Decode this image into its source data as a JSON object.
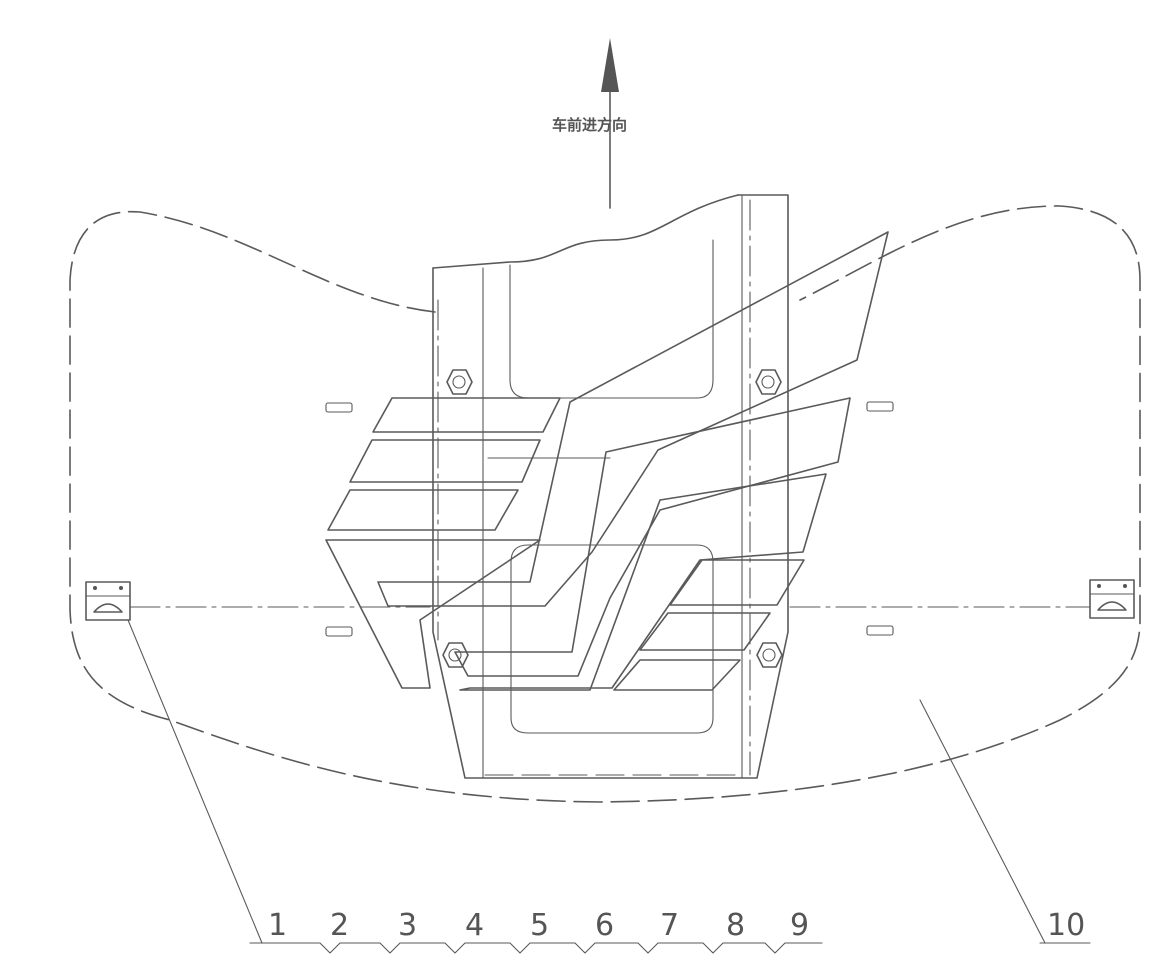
{
  "direction_label": "车前进方向",
  "part_numbers": [
    "1",
    "2",
    "3",
    "4",
    "5",
    "6",
    "7",
    "8",
    "9",
    "10"
  ]
}
